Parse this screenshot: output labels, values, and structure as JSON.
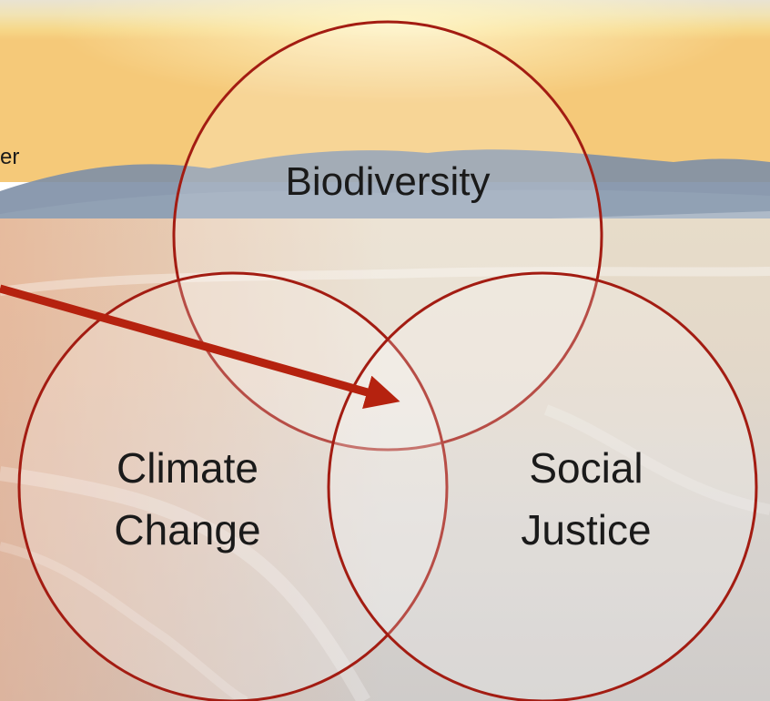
{
  "diagram": {
    "side_text": "er",
    "circles": [
      {
        "id": "biodiversity",
        "lines": [
          "Biodiversity"
        ]
      },
      {
        "id": "climate",
        "lines": [
          "Climate",
          "Change"
        ]
      },
      {
        "id": "social",
        "lines": [
          "Social",
          "Justice"
        ]
      }
    ]
  },
  "colors": {
    "circle_stroke": "#a31c12",
    "arrow": "#b5220f",
    "text": "#1a1a1a"
  }
}
